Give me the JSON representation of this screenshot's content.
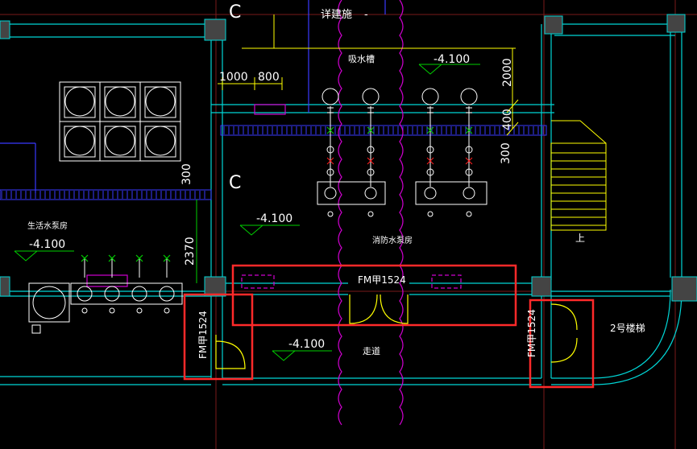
{
  "grid_labels": {
    "c_top": "C",
    "c_mid": "C"
  },
  "rooms": {
    "detail": "详建施",
    "detail_mark": "-",
    "suction_tank": "吸水槽",
    "fire_pump_room": "消防水泵房",
    "domestic_pump_room": "生活水泵房",
    "corridor": "走道",
    "stair_2": "2号楼梯",
    "stair_up": "上"
  },
  "levels": {
    "suction": "-4.100",
    "fire_pump": "-4.100",
    "domestic": "-4.100",
    "corridor": "-4.100"
  },
  "dimensions": {
    "d1000": "1000",
    "d800": "800",
    "d2000": "2000",
    "d400": "400",
    "d300_right": "300",
    "d300_left": "300",
    "d2370": "2370"
  },
  "doors": {
    "horizontal": "FM甲1524",
    "left_vertical": "FM甲1524",
    "right_vertical": "FM甲1524"
  },
  "colors": {
    "wall": "#00d6d6",
    "blue": "#3a3aff",
    "magenta": "#d000d0",
    "yellow": "#ffff00",
    "green": "#00d000",
    "red": "#ff2020",
    "highlight": "#ff2a2a",
    "white": "#ffffff"
  }
}
